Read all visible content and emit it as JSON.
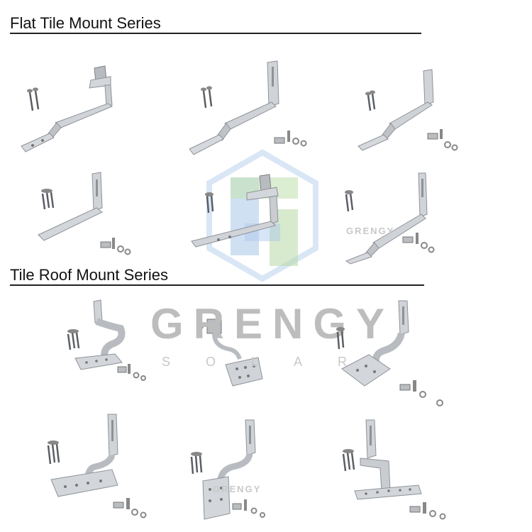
{
  "sections": {
    "flat": {
      "title": "Flat Tile Mount Series"
    },
    "tile": {
      "title": "Tile Roof Mount Series"
    }
  },
  "watermark": {
    "brand": "GRENGY",
    "sub": "SOLAR",
    "small": "GRENGY"
  },
  "colors": {
    "metal": "#c9ccd0",
    "metal_dark": "#8e9399",
    "logo_blue": "#8fb3e0",
    "logo_green": "#b7d9a6",
    "watermark_gray": "#bdbdbd"
  }
}
